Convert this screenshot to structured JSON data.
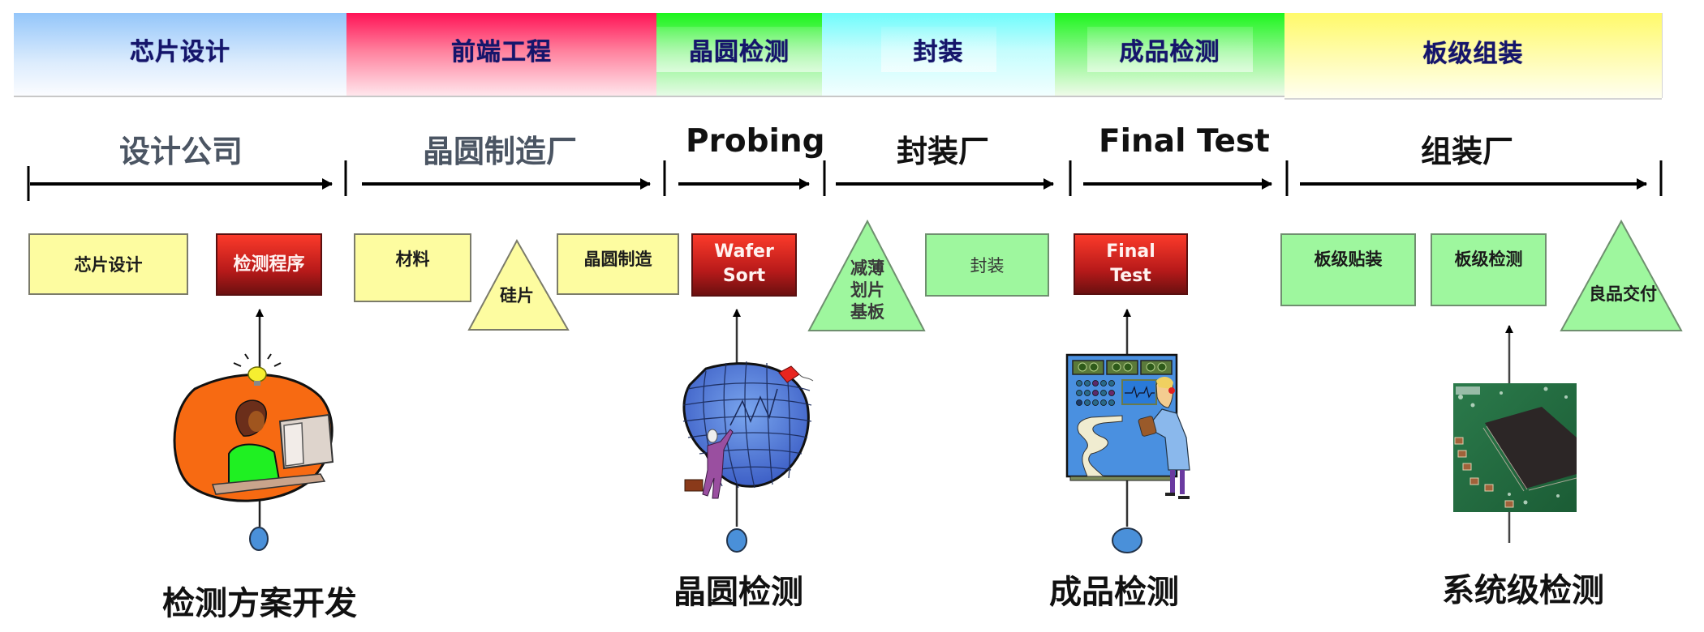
{
  "banner": {
    "stages": [
      {
        "id": "design",
        "label": "芯片设计",
        "color_top": "#94c6fa"
      },
      {
        "id": "front",
        "label": "前端工程",
        "color_top": "#ff1356"
      },
      {
        "id": "wafer",
        "label": "晶圆检测",
        "color_top": "#1cf51c"
      },
      {
        "id": "package",
        "label": "封装",
        "color_top": "#6ffbfb"
      },
      {
        "id": "final",
        "label": "成品检测",
        "color_top": "#1ef51e"
      },
      {
        "id": "board",
        "label": "板级组装",
        "color_top": "#fffa6a"
      }
    ],
    "text_color": "#15156b"
  },
  "phases": [
    {
      "label": "设计公司"
    },
    {
      "label": "晶圆制造厂"
    },
    {
      "label": "Probing"
    },
    {
      "label": "封装厂"
    },
    {
      "label": "Final Test"
    },
    {
      "label": "组装厂"
    }
  ],
  "steps": {
    "chip_design": "芯片设计",
    "test_program": "检测程序",
    "material": "材料",
    "silicon_wafer": "硅片",
    "wafer_fab": "晶圆制造",
    "wafer_sort_line1": "Wafer",
    "wafer_sort_line2": "Sort",
    "thin_dice_line1": "减薄",
    "thin_dice_line2": "划片",
    "thin_dice_line3": "基板",
    "packaging": "封装",
    "final_test_line1": "Final",
    "final_test_line2": "Test",
    "board_mount": "板级贴装",
    "board_test": "板级检测",
    "delivery": "良品交付"
  },
  "test_points": [
    {
      "label": "检测方案开发",
      "image": "engineer-at-computer-icon"
    },
    {
      "label": "晶圆检测",
      "image": "wafer-probing-globe-icon"
    },
    {
      "label": "成品检测",
      "image": "test-machine-scientist-icon"
    },
    {
      "label": "系统级检测",
      "image": "pcb-chip-photo"
    }
  ],
  "colors": {
    "yellow_box": "#fdfca0",
    "green_box": "#9ef79e",
    "red_box": "#c81e1e",
    "node_circle": "#4a90d9"
  }
}
